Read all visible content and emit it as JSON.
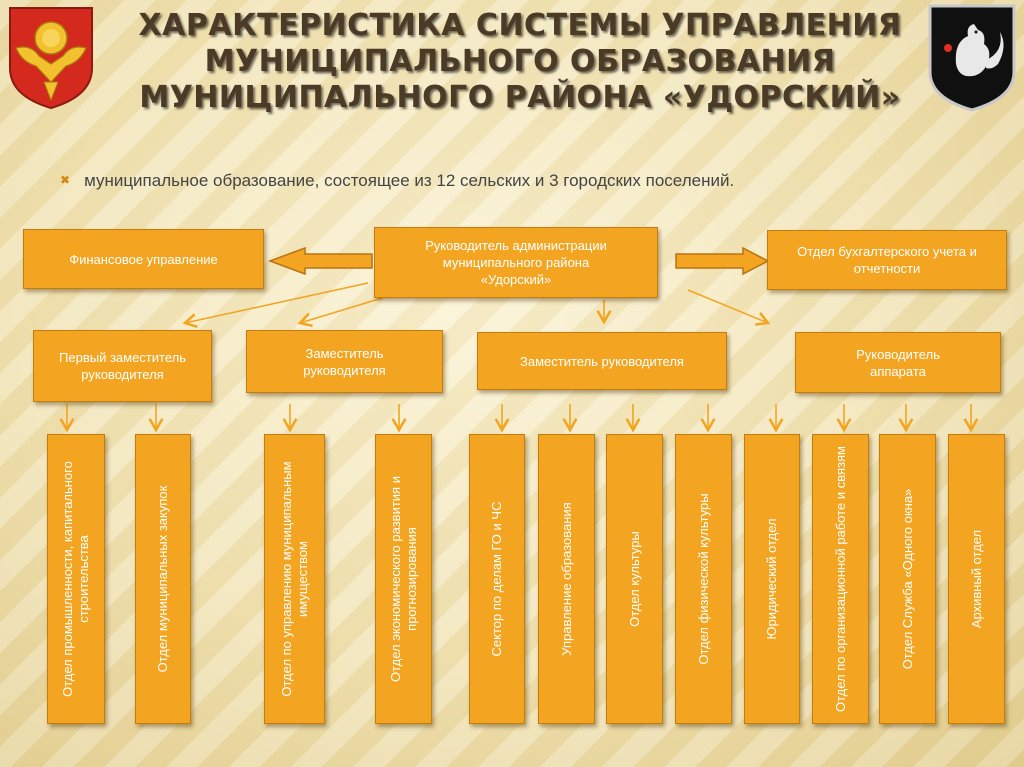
{
  "title": {
    "line1": "ХАРАКТЕРИСТИКА СИСТЕМЫ УПРАВЛЕНИЯ",
    "line2": "МУНИЦИПАЛЬНОГО ОБРАЗОВАНИЯ",
    "line3": "МУНИЦИПАЛЬНОГО РАЙОНА «УДОРСКИЙ»"
  },
  "bullet": {
    "icon": "x-bullet-icon",
    "text": "муниципальное образование, состоящее из 12 сельских и 3 городских поселений."
  },
  "emblems": {
    "left": "komi-coat-of-arms-icon",
    "right": "udora-coat-of-arms-icon"
  },
  "colors": {
    "box": "#f3a521",
    "box_border": "#c27d10",
    "arrow": "#f3a521"
  },
  "org": {
    "head": "Руководитель администрации муниципального района «Удорский»",
    "left_dept": "Финансовое управление",
    "right_dept": "Отдел бухгалтерского учета и отчетности",
    "deputies": [
      "Первый заместитель руководителя",
      "Заместитель руководителя",
      "Заместитель руководителя",
      "Руководитель аппарата"
    ],
    "departments": [
      "Отдел промышленности, капитального строительства",
      "Отдел муниципальных закупок",
      "Отдел по управлению муниципальным имуществом",
      "Отдел экономического развития и прогнозирования",
      "Сектор по делам ГО и ЧС",
      "Управление образования",
      "Отдел  культуры",
      "Отдел физической культуры",
      "Юридический отдел",
      "Отдел по организационной работе и связям",
      "Отдел Служба «Одного окна»",
      "Архивный отдел"
    ]
  }
}
